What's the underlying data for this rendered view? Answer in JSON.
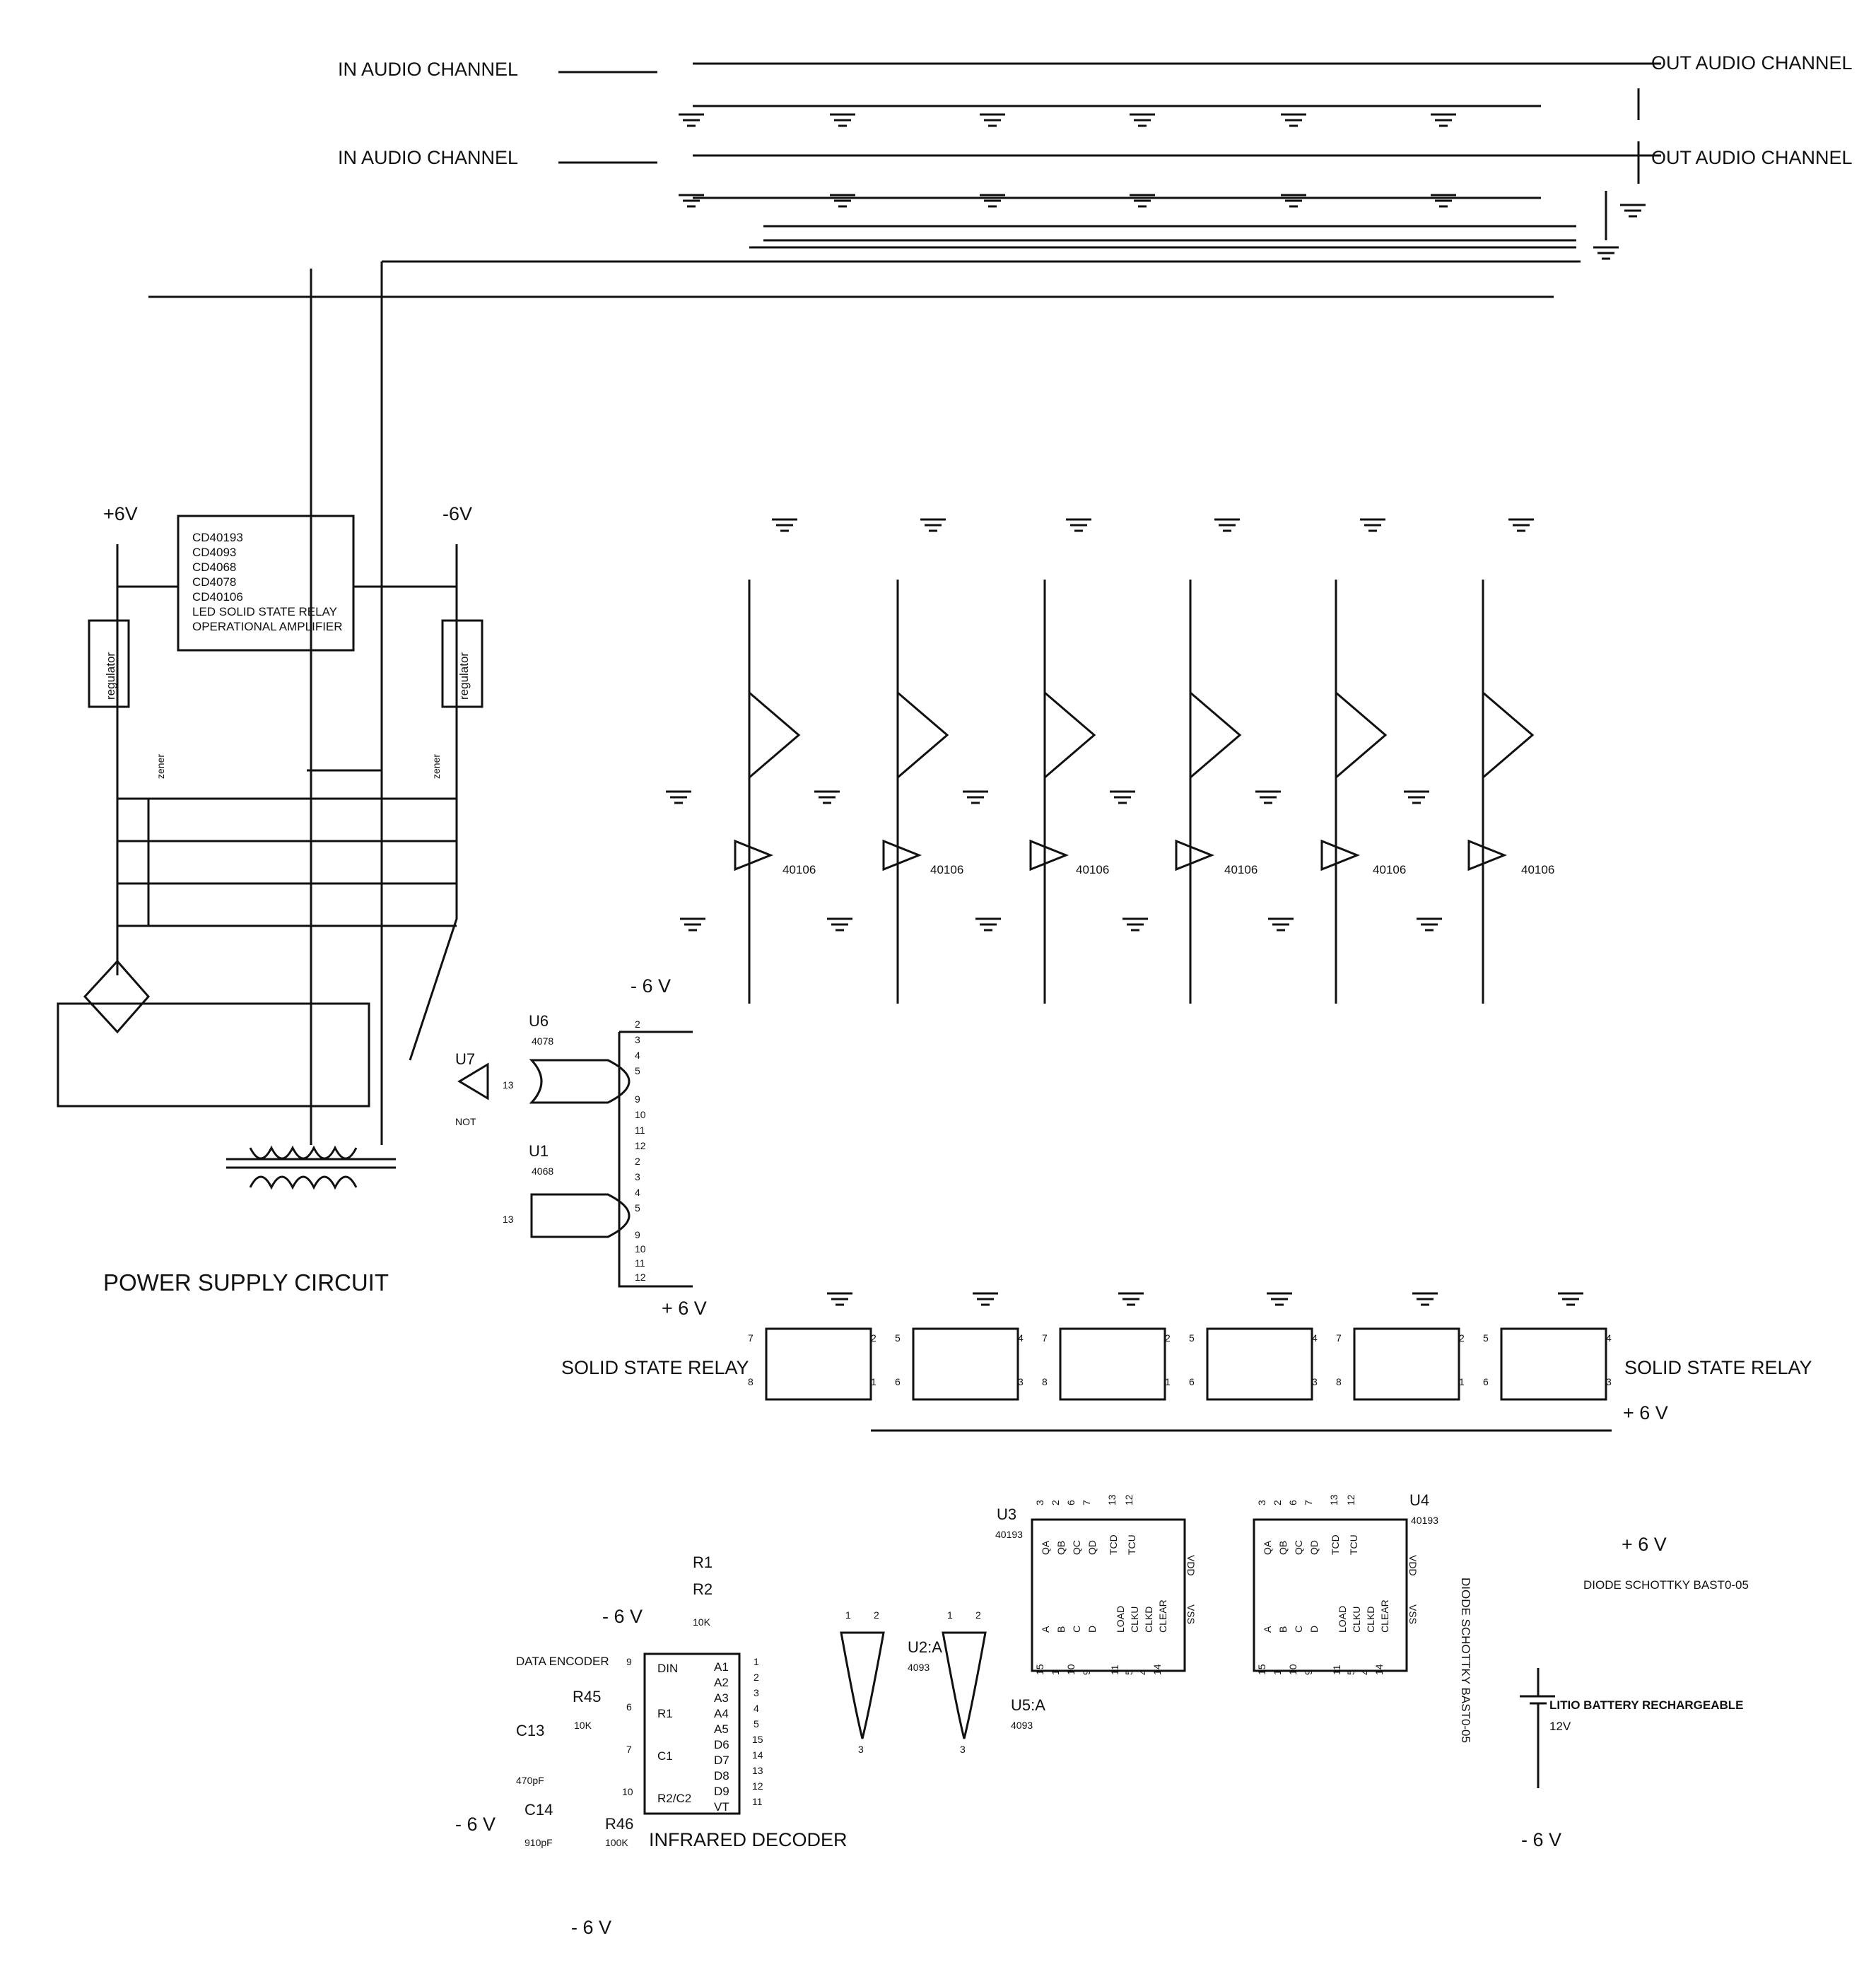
{
  "audio": {
    "in_labels": [
      "IN  AUDIO CHANNEL",
      "IN  AUDIO CHANNEL"
    ],
    "out_labels": [
      "OUT  AUDIO CHANNEL",
      "OUT  AUDIO CHANNEL"
    ]
  },
  "power": {
    "plus_label": "+6V",
    "minus_label": "-6V",
    "chip_list": [
      "CD40193",
      "CD4093",
      "CD4068",
      "CD4078",
      "CD40106",
      "LED SOLID STATE RELAY",
      "OPERATIONAL AMPLIFIER"
    ],
    "regulator_label": "regulator",
    "zener_label": "zener",
    "caption": "POWER SUPPLY  CIRCUIT"
  },
  "inverter_label": "40106",
  "logic": {
    "u6_name": "U6",
    "u6_part": "4078",
    "u1_name": "U1",
    "u1_part": "4068",
    "u7_name": "U7",
    "not_label": "NOT",
    "neg_supply": "- 6 V",
    "pos_supply": "+ 6 V",
    "u6_pins": [
      "2",
      "3",
      "4",
      "5",
      "9",
      "10",
      "11",
      "12"
    ],
    "u1_pins": [
      "2",
      "3",
      "4",
      "5",
      "9",
      "10",
      "11",
      "12"
    ],
    "out_pin": "13"
  },
  "relays": {
    "label_left": "SOLID STATE RELAY",
    "label_right": "SOLID STATE RELAY",
    "plus_label": "+ 6 V",
    "pin_sets": [
      [
        "7",
        "8",
        "2",
        "1"
      ],
      [
        "5",
        "6",
        "4",
        "3"
      ],
      [
        "7",
        "8",
        "2",
        "1"
      ],
      [
        "5",
        "6",
        "4",
        "3"
      ],
      [
        "7",
        "8",
        "2",
        "1"
      ],
      [
        "5",
        "6",
        "4",
        "3"
      ]
    ]
  },
  "counters": {
    "u3_name": "U3",
    "u3_part": "40193",
    "u4_name": "U4",
    "u4_part": "40193",
    "top_pins": [
      "QA",
      "QB",
      "QC",
      "QD",
      "TCD",
      "TCU"
    ],
    "top_nums_u3": [
      "3",
      "2",
      "6",
      "7",
      "13",
      "12"
    ],
    "top_nums_u4": [
      "3",
      "2",
      "6",
      "7",
      "13",
      "12"
    ],
    "bottom_pins": [
      "A",
      "B",
      "C",
      "D",
      "LOAD",
      "CLKU",
      "CLKD",
      "CLEAR"
    ],
    "bottom_nums": [
      "15",
      "1",
      "10",
      "9",
      "11",
      "5",
      "4",
      "14"
    ],
    "vdd": "VDD",
    "vss": "VSS"
  },
  "battery": {
    "plus_label": "+ 6 V",
    "diode1": "DIODE SCHOTTKY BAST0-05",
    "diode2": "DIODE SCHOTTKY BAST0-05",
    "battery_label": "LITIO BATTERY RECHARGEABLE",
    "voltage": "12V",
    "minus_label": "- 6 V"
  },
  "decoder": {
    "r1": "R1",
    "r2": "R2",
    "r_value": "10K",
    "neg_label": "- 6 V",
    "data_encoder": "DATA  ENCODER",
    "left_pins": [
      "DIN",
      "R1",
      "C1",
      "R2/C2"
    ],
    "left_nums": [
      "9",
      "6",
      "7",
      "10"
    ],
    "right_pins": [
      "A1",
      "A2",
      "A3",
      "A4",
      "A5",
      "D6",
      "D7",
      "D8",
      "D9",
      "VT"
    ],
    "right_nums": [
      "1",
      "2",
      "3",
      "4",
      "5",
      "15",
      "14",
      "13",
      "12",
      "11"
    ],
    "r45": "R45",
    "r45_value": "10K",
    "c13": "C13",
    "c13_value": "470pF",
    "c14": "C14",
    "c14_value": "910pF",
    "r46": "R46",
    "r46_value": "100K",
    "neg_c13": "- 6 V",
    "neg_bottom": "- 6 V",
    "title": "INFRARED DECODER",
    "u2_name": "U2:A",
    "u2_part": "4093",
    "u5_name": "U5:A",
    "u5_part": "4093",
    "gate_pins": [
      "1",
      "2",
      "3"
    ]
  }
}
